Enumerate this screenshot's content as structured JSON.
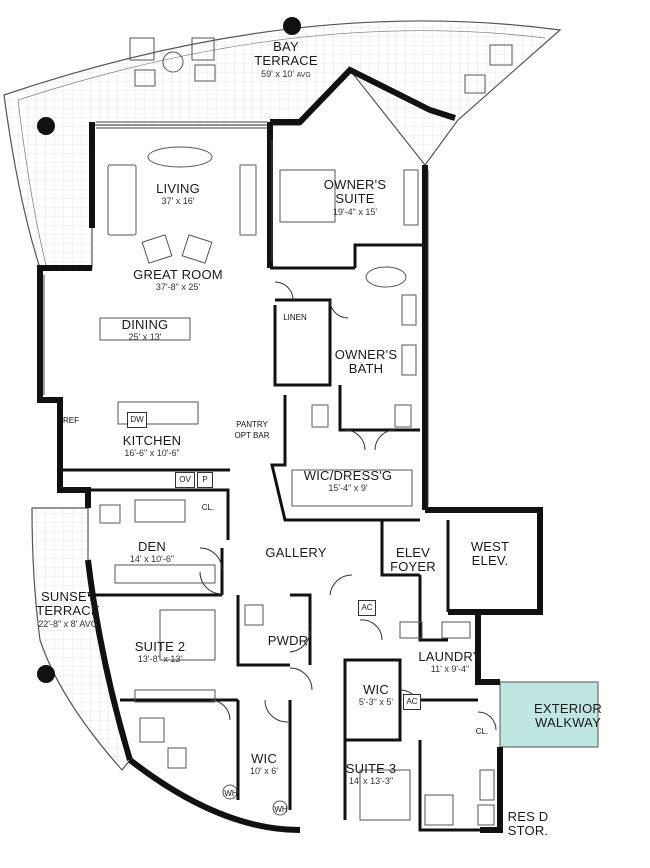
{
  "rooms": {
    "bay_terrace": {
      "name_line1": "BAY",
      "name_line2": "TERRACE",
      "dims": "59' x 10'",
      "dims_note": "AVG"
    },
    "living": {
      "name": "LIVING",
      "dims": "37' x 16'"
    },
    "great_room": {
      "name": "GREAT ROOM",
      "dims": "37'-8\" x 25'"
    },
    "dining": {
      "name": "DINING",
      "dims": "25' x 13'"
    },
    "kitchen": {
      "name": "KITCHEN",
      "dims": "16'-6\" x 10'-6\""
    },
    "owners_suite": {
      "name_line1": "OWNER'S",
      "name_line2": "SUITE",
      "dims": "19'-4\" x 15'"
    },
    "owners_bath": {
      "name_line1": "OWNER'S",
      "name_line2": "BATH"
    },
    "wic_dressg": {
      "name": "WIC/DRESS'G",
      "dims": "15'-4\" x 9'"
    },
    "den": {
      "name": "DEN",
      "dims": "14' x 10'-6\""
    },
    "gallery": {
      "name": "GALLERY"
    },
    "elev_foyer": {
      "name_line1": "ELEV",
      "name_line2": "FOYER"
    },
    "west_elev": {
      "name_line1": "WEST",
      "name_line2": "ELEV."
    },
    "sunset_terrace": {
      "name_line1": "SUNSET",
      "name_line2": "TERRACE",
      "dims": "22'-8\" x 8' AVG"
    },
    "suite_2": {
      "name": "SUITE 2",
      "dims": "13'-8\" x 13'"
    },
    "pwdr": {
      "name": "PWDR"
    },
    "laundry": {
      "name": "LAUNDRY",
      "dims": "11' x 9'-4\""
    },
    "wic_3": {
      "name": "WIC",
      "dims": "5'-3\" x 5'"
    },
    "exterior_walkway": {
      "name_line1": "EXTERIOR",
      "name_line2": "WALKWAY"
    },
    "wic_2": {
      "name": "WIC",
      "dims": "10' x 6'"
    },
    "suite_3": {
      "name": "SUITE 3",
      "dims": "14' x 13'-3\""
    },
    "res_d_stor": {
      "name_line1": "RES D",
      "name_line2": "STOR."
    }
  },
  "tags": {
    "linen": "LINEN",
    "pantry": "PANTRY",
    "opt_bar": "OPT BAR",
    "ref": "REF",
    "dw": "DW",
    "ov": "OV",
    "p": "P",
    "cl_den": "CL.",
    "cl_laundry": "CL.",
    "ac_1": "AC",
    "ac_2": "AC",
    "wh_1": "WH",
    "wh_2": "WH"
  },
  "colors": {
    "wall": "#111111",
    "walkway": "#bfe6e1",
    "terrace": "#f2f2f2"
  }
}
